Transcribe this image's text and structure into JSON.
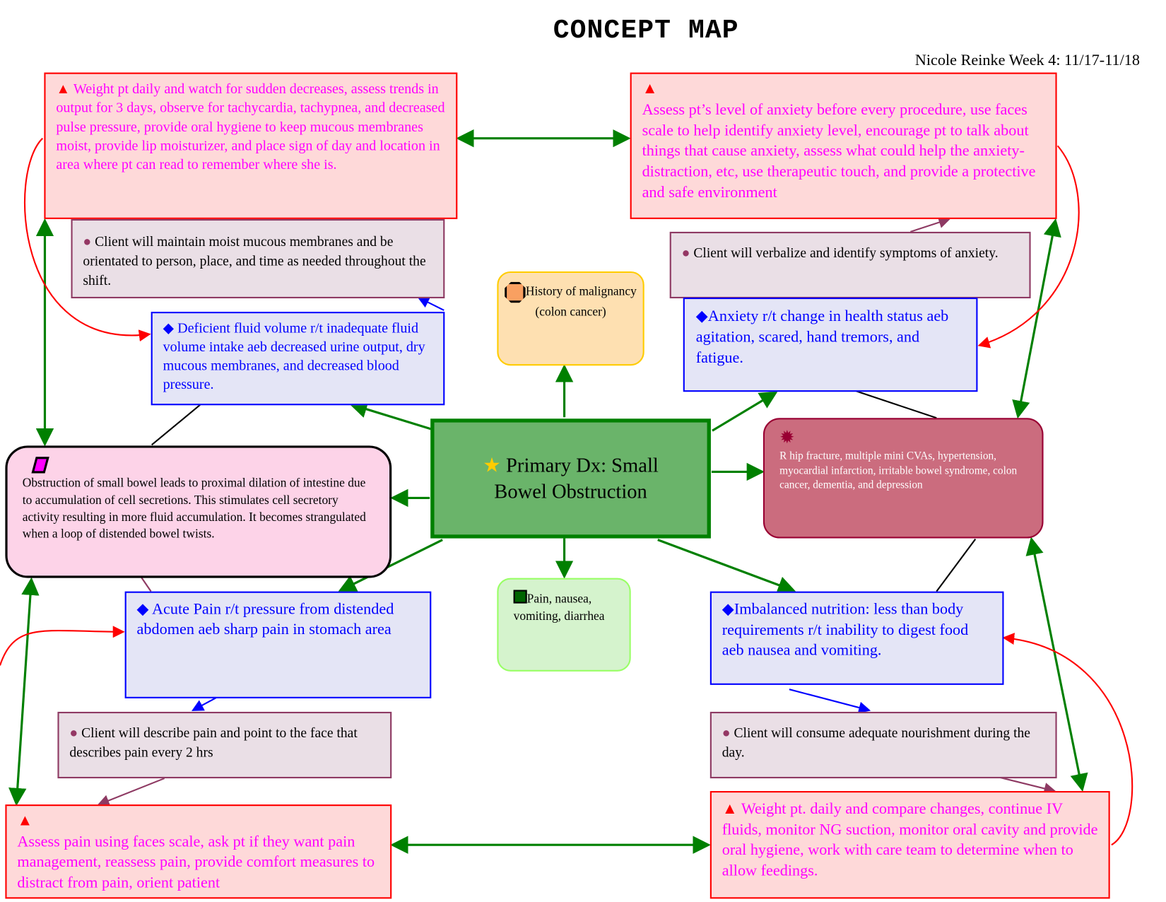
{
  "header": {
    "title": "CONCEPT MAP",
    "author": "Nicole Reinke Week 4: 11/17-11/18"
  },
  "center": {
    "label": "Primary Dx: Small Bowel Obstruction"
  },
  "history": {
    "label": "History of malignancy (colon cancer)"
  },
  "symptoms": {
    "label": "Pain, nausea, vomiting, diarrhea"
  },
  "pmh": {
    "label": "R hip fracture, multiple mini CVAs, hypertension, myocardial infarction, irritable bowel syndrome, colon cancer, dementia, and depression"
  },
  "patho": {
    "label": "Obstruction of small bowel leads to proximal dilation of intestine due to accumulation of cell secretions.  This stimulates cell secretory activity resulting in more fluid accumulation.  It becomes strangulated when a loop of distended bowel twists."
  },
  "diagnoses": [
    {
      "label": "Deficient fluid volume r/t inadequate fluid volume intake aeb decreased urine output, dry mucous membranes, and decreased blood pressure."
    },
    {
      "label": "Anxiety r/t change in health status aeb agitation, scared, hand tremors, and fatigue."
    },
    {
      "label": "Acute Pain r/t pressure from distended abdomen aeb sharp pain in stomach area"
    },
    {
      "label": "Imbalanced nutrition: less than body requirements r/t inability to digest food aeb nausea and vomiting."
    }
  ],
  "goals": [
    {
      "label": "Client will maintain moist mucous membranes and be orientated to person, place, and time as needed throughout the shift."
    },
    {
      "label": "Client will verbalize and identify symptoms of anxiety."
    },
    {
      "label": "Client will describe pain and point to the face that describes pain every 2 hrs"
    },
    {
      "label": "Client will consume adequate nourishment during the day."
    }
  ],
  "interventions": [
    {
      "label": "Weight pt daily and watch for sudden decreases, assess trends in output for 3 days, observe for tachycardia, tachypnea, and decreased pulse pressure, provide oral hygiene to keep mucous membranes moist, provide lip moisturizer, and place sign of day and location in area where pt can read to remember where she is."
    },
    {
      "label": "Assess pt’s level of anxiety before every procedure, use faces scale to help identify anxiety level, encourage pt to talk about things that cause anxiety, assess what could help the anxiety- distraction, etc, use therapeutic touch, and provide a protective and safe environment"
    },
    {
      "label": "Assess pain using faces scale, ask pt if they want pain management, reassess pain, provide comfort measures to distract from pain, orient patient"
    },
    {
      "label": "Weight pt. daily and compare changes, continue IV fluids, monitor NG suction, monitor oral cavity and provide oral hygiene, work with care team to determine when to allow feedings."
    }
  ],
  "colors": {
    "green": "#008000",
    "red": "#ff0000",
    "blue": "#0000ff",
    "maroon": "#8e3a63",
    "magenta": "#ff00ff"
  }
}
